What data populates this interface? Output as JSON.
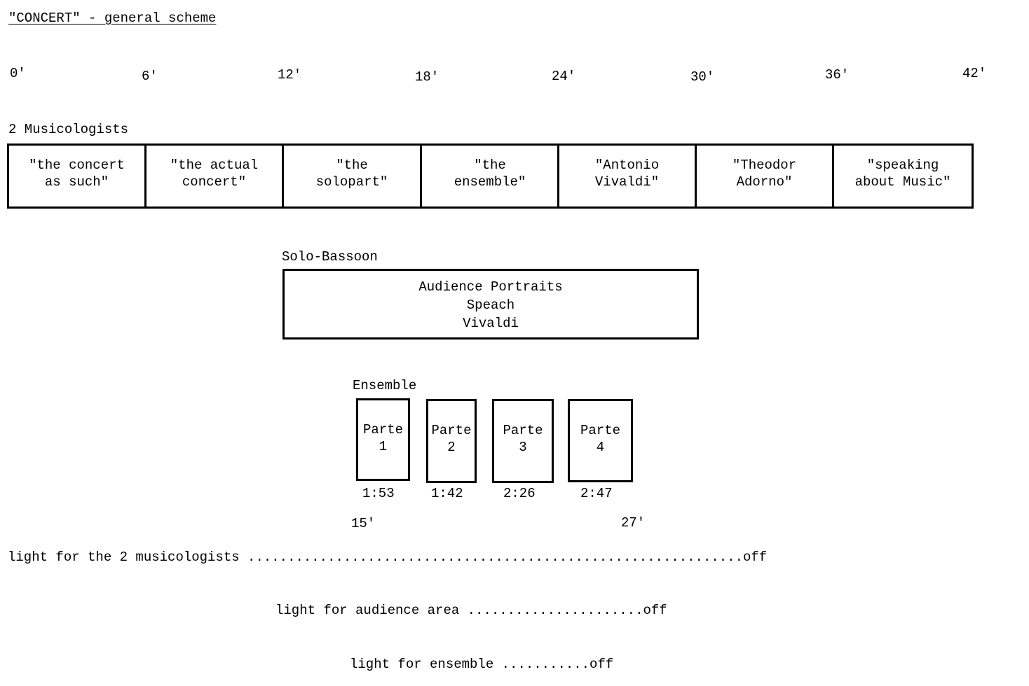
{
  "title": "\"CONCERT\" - general scheme",
  "timeline_ticks": [
    "0'",
    "6'",
    "12'",
    "18'",
    "24'",
    "30'",
    "36'",
    "42'"
  ],
  "musicologists": {
    "label": "2 Musicologists",
    "segments": [
      {
        "line1": "\"the concert",
        "line2": "as such\""
      },
      {
        "line1": "\"the actual",
        "line2": "concert\""
      },
      {
        "line1": "\"the",
        "line2": "solopart\""
      },
      {
        "line1": "\"the",
        "line2": "ensemble\""
      },
      {
        "line1": "\"Antonio",
        "line2": "Vivaldi\""
      },
      {
        "line1": "\"Theodor",
        "line2": "Adorno\""
      },
      {
        "line1": "\"speaking",
        "line2": "about Music\""
      }
    ]
  },
  "solo_bassoon": {
    "label": "Solo-Bassoon",
    "lines": [
      "Audience Portraits",
      "Speach",
      "Vivaldi"
    ]
  },
  "ensemble": {
    "label": "Ensemble",
    "parts": [
      {
        "name": "Parte",
        "number": "1",
        "duration": "1:53"
      },
      {
        "name": "Parte",
        "number": "2",
        "duration": "1:42"
      },
      {
        "name": "Parte",
        "number": "3",
        "duration": "2:26"
      },
      {
        "name": "Parte",
        "number": "4",
        "duration": "2:47"
      }
    ],
    "start_time": "15'",
    "end_time": "27'"
  },
  "lights": {
    "musicologists": "light for the 2 musicologists ..............................................................off",
    "audience": "light for audience area ......................off",
    "ensemble": "light for ensemble ...........off"
  }
}
